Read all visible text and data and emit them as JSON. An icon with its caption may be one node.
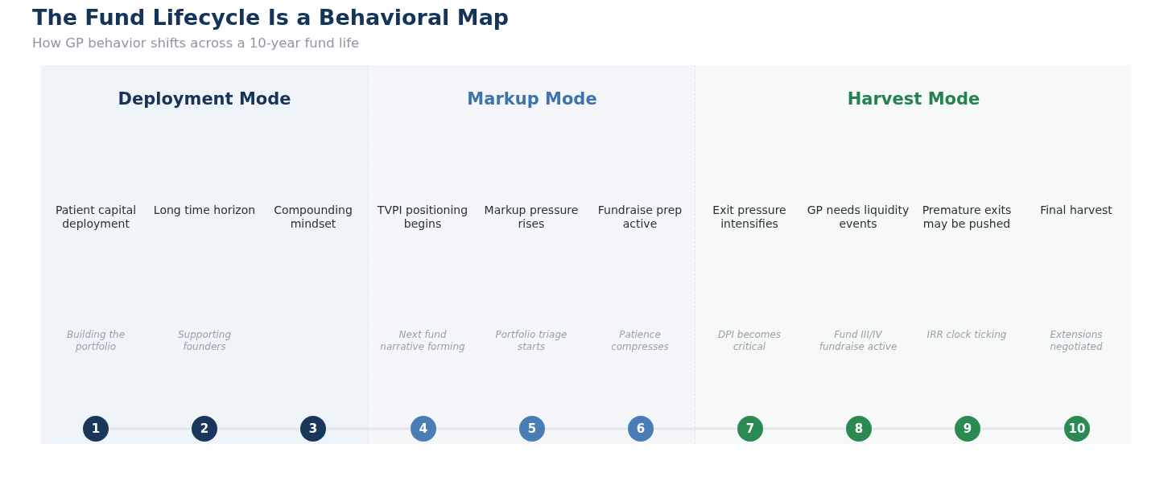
{
  "diagram": {
    "title": "The Fund Lifecycle Is a Behavioral Map",
    "nodes": [
      {
        "text": [
          "Deployment Mode"
        ]
      },
      {
        "text": [
          "1"
        ],
        "in": 0
      },
      {
        "text": [
          "2"
        ],
        "in": 0
      },
      {
        "text": [
          "3"
        ],
        "in": 0
      },
      {
        "text": [
          "Markup Mode"
        ]
      },
      {
        "text": [
          "4"
        ],
        "in": 4
      },
      {
        "text": [
          "5"
        ],
        "in": 4
      },
      {
        "text": [
          "6"
        ],
        "in": 4
      },
      {
        "text": [
          "Harvest Mode"
        ]
      },
      {
        "text": [
          "7"
        ],
        "in": 8
      },
      {
        "text": [
          "8"
        ],
        "in": 8
      },
      {
        "text": [
          "9"
        ],
        "in": 8
      },
      {
        "text": [
          "10"
        ],
        "in": 8
      }
    ],
    "edges": [
      {
        "from": 1,
        "to": 2,
        "arrow": "none"
      },
      {
        "from": 2,
        "to": 3,
        "arrow": "none"
      },
      {
        "from": 3,
        "to": 5,
        "arrow": "none"
      },
      {
        "from": 5,
        "to": 6,
        "arrow": "none"
      },
      {
        "from": 6,
        "to": 7,
        "arrow": "none"
      },
      {
        "from": 7,
        "to": 9,
        "arrow": "none"
      },
      {
        "from": 9,
        "to": 10,
        "arrow": "none"
      },
      {
        "from": 10,
        "to": 11,
        "arrow": "none"
      },
      {
        "from": 11,
        "to": 12,
        "arrow": "none"
      }
    ],
    "labels": [
      "How GP behavior shifts across a 10-year fund life",
      "Patient capital deployment",
      "Long time horizon",
      "Compounding mindset",
      "TVPI positioning begins",
      "Markup pressure rises",
      "Fundraise prep active",
      "Exit pressure intensifies",
      "GP needs liquidity events",
      "Premature exits may be pushed",
      "Final harvest",
      "Building the portfolio",
      "Supporting founders",
      "Next fund narrative forming",
      "Portfolio triage starts",
      "Patience compresses",
      "DPI becomes critical",
      "Fund III/IV fundraise active",
      "IRR clock ticking",
      "Extensions negotiated"
    ]
  }
}
